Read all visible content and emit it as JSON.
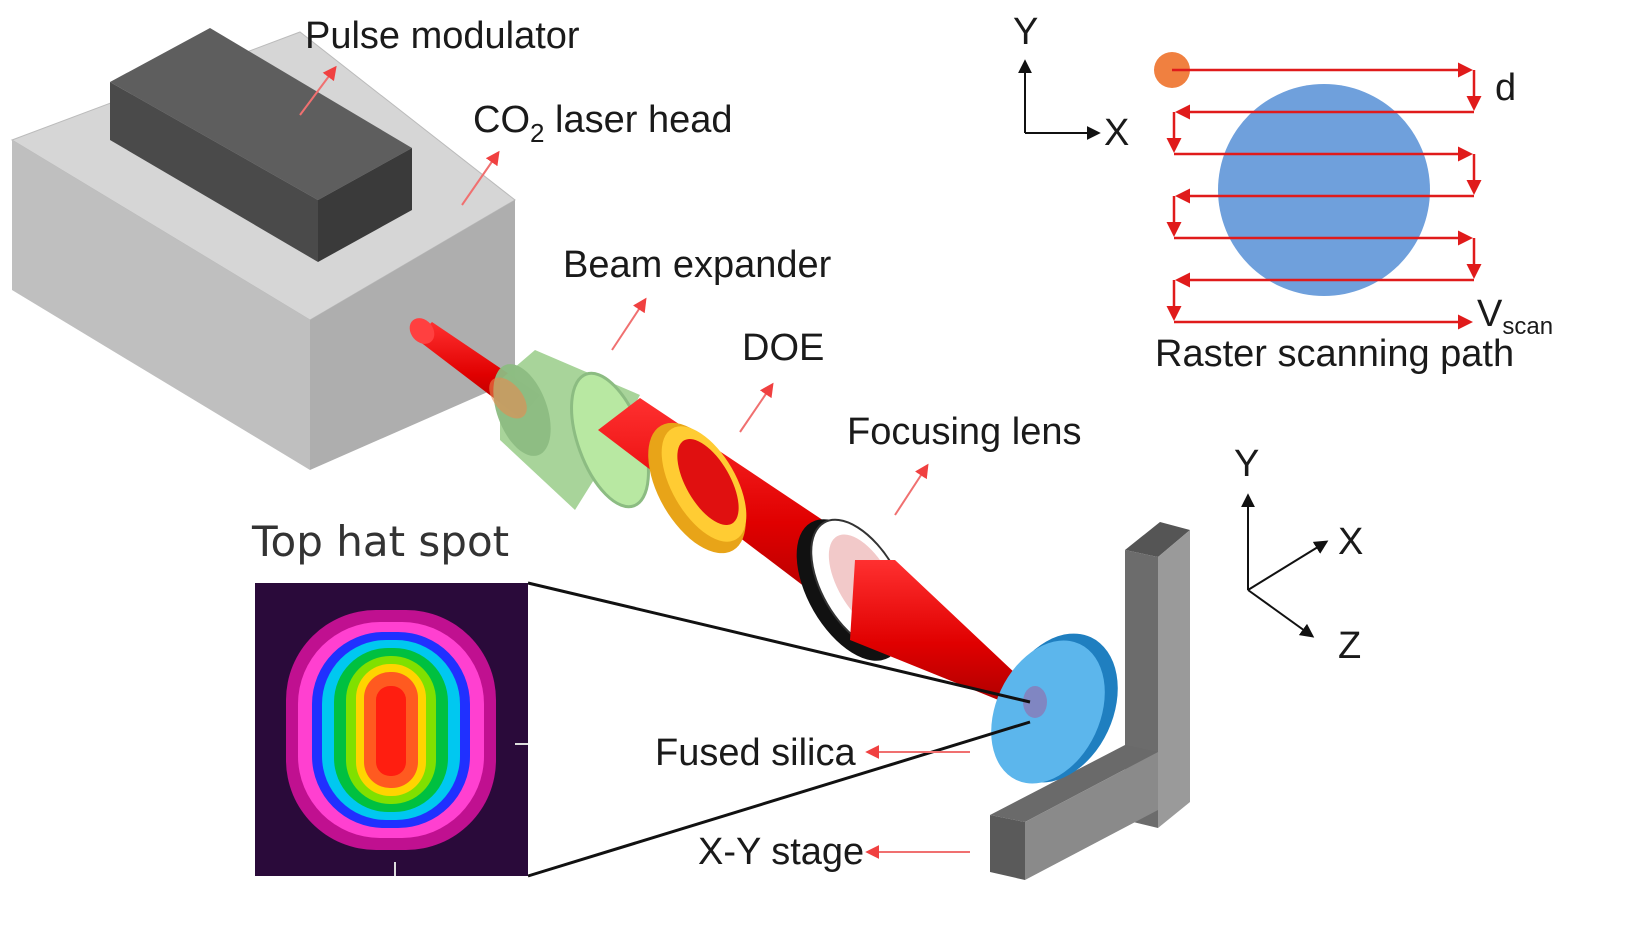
{
  "labels": {
    "pulse_modulator": "Pulse modulator",
    "laser_head_prefix": "CO",
    "laser_head_sub": "2",
    "laser_head_suffix": " laser head",
    "beam_expander": "Beam expander",
    "doe": "DOE",
    "focusing_lens": "Focusing lens",
    "fused_silica": "Fused silica",
    "xy_stage": "X-Y stage",
    "top_hat_spot": "Top hat spot"
  },
  "raster": {
    "caption": "Raster scanning path",
    "step_label": "d",
    "speed_main": "V",
    "speed_sub": "scan",
    "axis_y": "Y",
    "axis_x": "X"
  },
  "axes3d": {
    "y": "Y",
    "x": "X",
    "z": "Z"
  },
  "colors": {
    "laser_beam": "#e00000",
    "arrow_pointer": "#f05050",
    "raster_path": "#e01b1b",
    "sample_disk": "#6fa0dc",
    "start_dot": "#f08040",
    "housing": "#bdbdbd",
    "modulator": "#505050",
    "expander": "#9fcf8f",
    "doe_ring": "#f0b020",
    "silica": "#3aa0e0",
    "stage": "#8a8a8a"
  }
}
